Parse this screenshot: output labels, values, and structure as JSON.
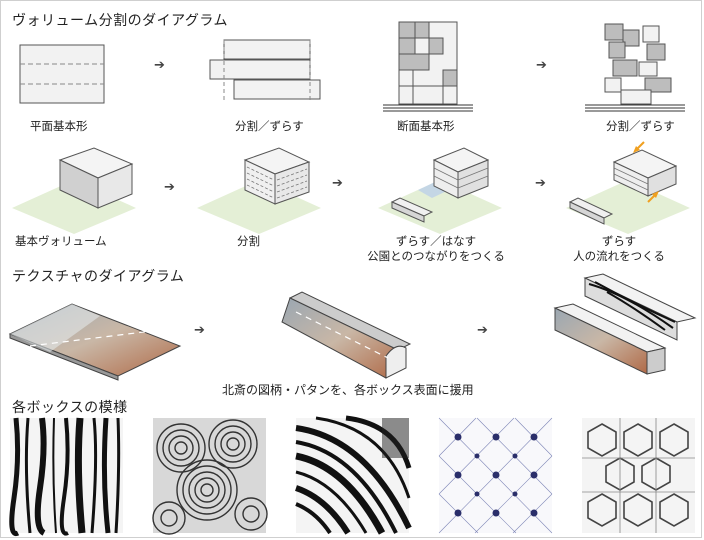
{
  "headings": {
    "volume": "ヴォリューム分割のダイアグラム",
    "texture": "テクスチャのダイアグラム",
    "patterns": "各ボックスの模様"
  },
  "row1": {
    "plan_base": "平面基本形",
    "plan_shift": "分割／ずらす",
    "section_base": "断面基本形",
    "section_shift": "分割／ずらす"
  },
  "row2": {
    "basic_volume": "基本ヴォリューム",
    "divide": "分割",
    "shift_separate_1": "ずらす／はなす",
    "shift_separate_2": "公園とのつながりをつくる",
    "shift_1": "ずらす",
    "shift_2": "人の流れをつくる"
  },
  "texture_caption": "北斎の図柄・パタンを、各ボックス表面に援用",
  "arrow_glyph": "➔",
  "colors": {
    "ground": "#e4efd6",
    "accent_orange": "#f0a020",
    "water_blue": "#bcd0e8",
    "pattern_navy": "#2a2e6a"
  }
}
